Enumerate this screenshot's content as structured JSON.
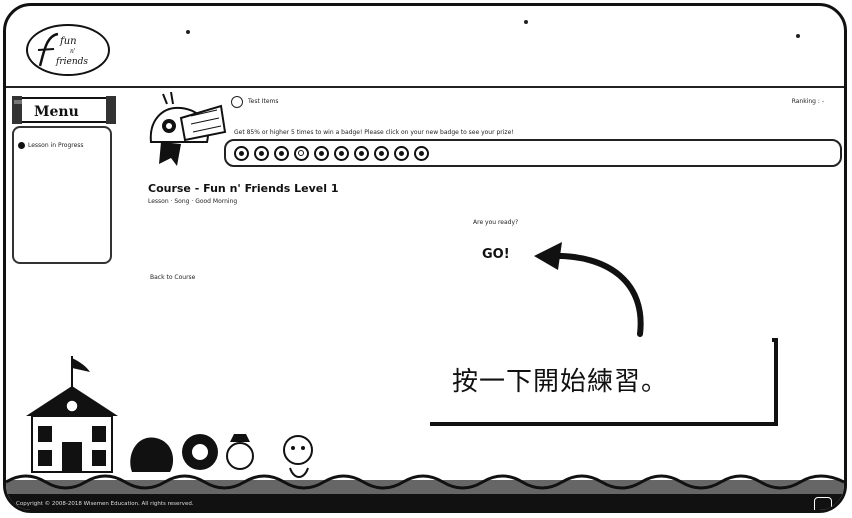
{
  "header": {
    "test_items_label": "Test Items",
    "ranking_label": "Ranking : -",
    "badge_message": "Get 85% or higher 5 times to win a badge! Please click on your new badge to see your prize!"
  },
  "sidebar": {
    "menu_label": "Menu",
    "lesson_item": "Lesson in Progress"
  },
  "course": {
    "title": "Course - Fun n' Friends Level 1",
    "breadcrumb": "Lesson · Song · Good Morning",
    "ready_prompt": "Are you ready?",
    "go_label": "GO!",
    "back_link": "Back to Course"
  },
  "callout": {
    "text": "按一下開始練習。"
  },
  "logo": {
    "line1": "fun",
    "line2": "n'",
    "line3": "friends"
  },
  "footer": {
    "copyright": "Copyright © 2008-2018 Wisemen Education. All rights reserved."
  },
  "badges": [
    {
      "state": "filled"
    },
    {
      "state": "filled"
    },
    {
      "state": "filled"
    },
    {
      "state": "open"
    },
    {
      "state": "filled"
    },
    {
      "state": "filled"
    },
    {
      "state": "filled"
    },
    {
      "state": "filled"
    },
    {
      "state": "filled"
    },
    {
      "state": "filled"
    }
  ],
  "colors": {
    "ink": "#111111",
    "background": "#ffffff"
  }
}
